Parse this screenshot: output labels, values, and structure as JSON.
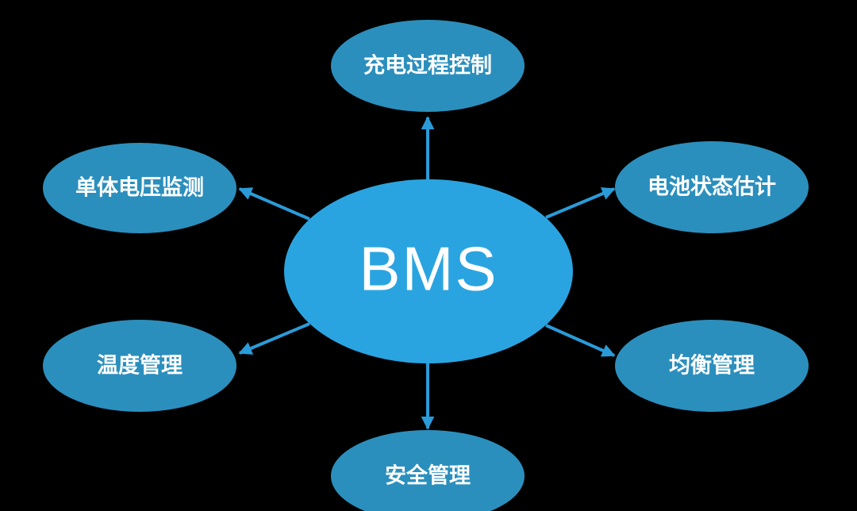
{
  "colors": {
    "background": "#000000",
    "center_fill": "#2aa4e0",
    "node_fill": "#2b8fbd",
    "arrow": "#2a9bd8",
    "label": "#ffffff"
  },
  "center": {
    "label": "BMS"
  },
  "nodes": [
    {
      "id": "charge-control",
      "label": "充电过程控制"
    },
    {
      "id": "cell-voltage",
      "label": "单体电压监测"
    },
    {
      "id": "battery-state",
      "label": "电池状态估计"
    },
    {
      "id": "temperature",
      "label": "温度管理"
    },
    {
      "id": "balancing",
      "label": "均衡管理"
    },
    {
      "id": "safety",
      "label": "安全管理"
    }
  ]
}
